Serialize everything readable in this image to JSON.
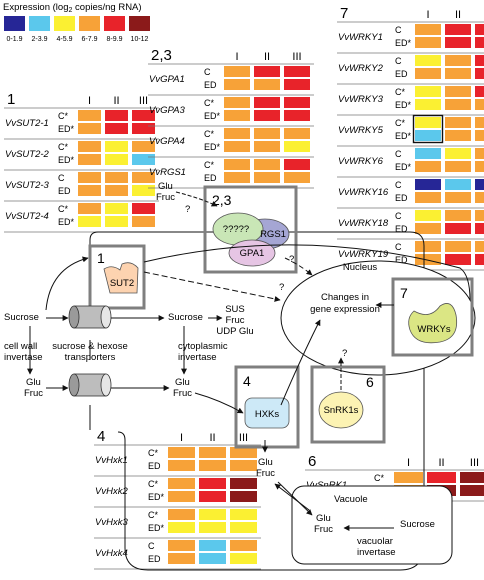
{
  "legend": {
    "title": "Expression (log",
    "title_sub": "2",
    "title_end": " copies/ng RNA)",
    "bins": [
      {
        "label": "0-1.9",
        "color": "#262696"
      },
      {
        "label": "2-3.9",
        "color": "#5bc8ec"
      },
      {
        "label": "4-5.9",
        "color": "#fbf032"
      },
      {
        "label": "6-7.9",
        "color": "#f7a238"
      },
      {
        "label": "8-9.9",
        "color": "#e8232a"
      },
      {
        "label": "10-12",
        "color": "#8b1a1a"
      }
    ]
  },
  "columns": [
    "I",
    "II",
    "III"
  ],
  "panels": [
    {
      "id": "1",
      "label": "1",
      "genes": [
        {
          "name": "VvSUT2-1",
          "rows": [
            {
              "label": "C*",
              "cells": [
                "6-7.9",
                "8-9.9",
                "8-9.9"
              ]
            },
            {
              "label": "ED*",
              "cells": [
                "6-7.9",
                "8-9.9",
                "8-9.9"
              ]
            }
          ]
        },
        {
          "name": "VvSUT2-2",
          "rows": [
            {
              "label": "C*",
              "cells": [
                "6-7.9",
                "4-5.9",
                "6-7.9"
              ]
            },
            {
              "label": "ED*",
              "cells": [
                "6-7.9",
                "4-5.9",
                "2-3.9"
              ]
            }
          ]
        },
        {
          "name": "VvSUT2-3",
          "rows": [
            {
              "label": "C",
              "cells": [
                "6-7.9",
                "6-7.9",
                "6-7.9"
              ]
            },
            {
              "label": "ED",
              "cells": [
                "6-7.9",
                "6-7.9",
                "4-5.9"
              ]
            }
          ]
        },
        {
          "name": "VvSUT2-4",
          "rows": [
            {
              "label": "C*",
              "cells": [
                "6-7.9",
                "4-5.9",
                "8-9.9"
              ]
            },
            {
              "label": "ED*",
              "cells": [
                "4-5.9",
                "4-5.9",
                "6-7.9"
              ]
            }
          ]
        }
      ]
    },
    {
      "id": "2,3",
      "label": "2,3",
      "genes": [
        {
          "name": "VvGPA1",
          "rows": [
            {
              "label": "C",
              "cells": [
                "6-7.9",
                "8-9.9",
                "8-9.9"
              ]
            },
            {
              "label": "ED",
              "cells": [
                "6-7.9",
                "6-7.9",
                "8-9.9"
              ]
            }
          ]
        },
        {
          "name": "VvGPA3",
          "rows": [
            {
              "label": "C*",
              "cells": [
                "6-7.9",
                "8-9.9",
                "8-9.9"
              ]
            },
            {
              "label": "ED*",
              "cells": [
                "6-7.9",
                "8-9.9",
                "8-9.9"
              ]
            }
          ]
        },
        {
          "name": "VvGPA4",
          "rows": [
            {
              "label": "C*",
              "cells": [
                "6-7.9",
                "6-7.9",
                "6-7.9"
              ]
            },
            {
              "label": "ED*",
              "cells": [
                "6-7.9",
                "6-7.9",
                "4-5.9"
              ]
            }
          ]
        },
        {
          "name": "VvRGS1",
          "rows": [
            {
              "label": "C*",
              "cells": [
                "6-7.9",
                "6-7.9",
                "8-9.9"
              ]
            },
            {
              "label": "ED",
              "cells": [
                "6-7.9",
                "6-7.9",
                "6-7.9"
              ]
            }
          ]
        }
      ]
    },
    {
      "id": "7",
      "label": "7",
      "genes": [
        {
          "name": "VvWRKY1",
          "rows": [
            {
              "label": "C",
              "cells": [
                "6-7.9",
                "8-9.9",
                "8-9.9"
              ]
            },
            {
              "label": "ED*",
              "cells": [
                "6-7.9",
                "8-9.9",
                "8-9.9"
              ]
            }
          ]
        },
        {
          "name": "VvWRKY2",
          "rows": [
            {
              "label": "C",
              "cells": [
                "4-5.9",
                "6-7.9",
                "8-9.9"
              ]
            },
            {
              "label": "ED",
              "cells": [
                "6-7.9",
                "6-7.9",
                "8-9.9"
              ]
            }
          ]
        },
        {
          "name": "VvWRKY3",
          "rows": [
            {
              "label": "C*",
              "cells": [
                "4-5.9",
                "6-7.9",
                "8-9.9"
              ]
            },
            {
              "label": "ED*",
              "cells": [
                "4-5.9",
                "6-7.9",
                "6-7.9"
              ]
            }
          ]
        },
        {
          "name": "VvWRKY5",
          "rows": [
            {
              "label": "C*",
              "cells": [
                "4-5.9",
                "6-7.9",
                "6-7.9"
              ]
            },
            {
              "label": "ED*",
              "cells": [
                "2-3.9",
                "6-7.9",
                "6-7.9"
              ]
            }
          ],
          "outlined": 0
        },
        {
          "name": "VvWRKY6",
          "rows": [
            {
              "label": "C",
              "cells": [
                "2-3.9",
                "4-5.9",
                "6-7.9"
              ]
            },
            {
              "label": "ED*",
              "cells": [
                "6-7.9",
                "6-7.9",
                "6-7.9"
              ]
            }
          ]
        },
        {
          "name": "VvWRKY16",
          "rows": [
            {
              "label": "C",
              "cells": [
                "0-1.9",
                "2-3.9",
                "0-1.9"
              ]
            },
            {
              "label": "ED",
              "cells": [
                "6-7.9",
                "6-7.9",
                "6-7.9"
              ]
            }
          ]
        },
        {
          "name": "VvWRKY18",
          "rows": [
            {
              "label": "C",
              "cells": [
                "4-5.9",
                "6-7.9",
                "6-7.9"
              ]
            },
            {
              "label": "ED",
              "cells": [
                "6-7.9",
                "8-9.9",
                "8-9.9"
              ]
            }
          ]
        },
        {
          "name": "VvWRKY19",
          "rows": [
            {
              "label": "C",
              "cells": [
                "6-7.9",
                "6-7.9",
                "6-7.9"
              ]
            },
            {
              "label": "ED",
              "cells": [
                "6-7.9",
                "8-9.9",
                "8-9.9"
              ]
            }
          ]
        }
      ]
    },
    {
      "id": "4",
      "label": "4",
      "genes": [
        {
          "name": "VvHxk1",
          "rows": [
            {
              "label": "C*",
              "cells": [
                "6-7.9",
                "6-7.9",
                "6-7.9"
              ]
            },
            {
              "label": "ED",
              "cells": [
                "6-7.9",
                "6-7.9",
                "6-7.9"
              ]
            }
          ]
        },
        {
          "name": "VvHxk2",
          "rows": [
            {
              "label": "C*",
              "cells": [
                "6-7.9",
                "8-9.9",
                "10-12"
              ]
            },
            {
              "label": "ED*",
              "cells": [
                "6-7.9",
                "8-9.9",
                "10-12"
              ]
            }
          ]
        },
        {
          "name": "VvHxk3",
          "rows": [
            {
              "label": "C*",
              "cells": [
                "6-7.9",
                "4-5.9",
                "4-5.9"
              ]
            },
            {
              "label": "ED*",
              "cells": [
                "4-5.9",
                "4-5.9",
                "4-5.9"
              ]
            }
          ]
        },
        {
          "name": "VvHxk4",
          "rows": [
            {
              "label": "C",
              "cells": [
                "6-7.9",
                "2-3.9",
                "6-7.9"
              ]
            },
            {
              "label": "ED",
              "cells": [
                "6-7.9",
                "2-3.9",
                "4-5.9"
              ]
            }
          ]
        }
      ]
    },
    {
      "id": "6",
      "label": "6",
      "genes": [
        {
          "name": "VvSnRK1",
          "rows": [
            {
              "label": "C*",
              "cells": [
                "6-7.9",
                "8-9.9",
                "10-12"
              ]
            },
            {
              "label": "ED*",
              "cells": [
                "6-7.9",
                "10-12",
                "10-12"
              ]
            }
          ]
        }
      ]
    }
  ],
  "diagram": {
    "box_labels": {
      "b1": "1",
      "b23": "2,3",
      "b4": "4",
      "b6": "6",
      "b7": "7"
    },
    "proteins": {
      "sut2": "SUT2",
      "unknown": "?????",
      "rgs1": "RGS1",
      "gpa1": "GPA1",
      "hxks": "HXKs",
      "snrk1": "SnRK1s",
      "wrkys": "WRKYs"
    },
    "nucleus": "Nucleus",
    "changes_line1": "Changes in",
    "changes_line2": "gene expression",
    "vacuole": "Vacuole",
    "texts": {
      "sucrose_left": "Sucrose",
      "sucrose_mid": "Sucrose",
      "sus": "SUS",
      "fruc_udp1": "Fruc",
      "fruc_udp2": "UDP Glu",
      "cwi1": "cell wall",
      "cwi2": "invertase",
      "transp1": "sucrose & hexose",
      "transp2": "transporters",
      "cyto1": "cytoplasmic",
      "cyto2": "invertase",
      "glu_left": "Glu",
      "fruc_left": "Fruc",
      "glu_mid": "Glu",
      "fruc_mid": "Fruc",
      "glu_top": "Glu",
      "fruc_top": "Fruc",
      "glu_low": "Glu",
      "fruc_low": "Fruc",
      "glu_vac": "Glu",
      "fruc_vac": "Fruc",
      "sucrose_vac": "Sucrose",
      "vac_inv1": "vacuolar",
      "vac_inv2": "invertase",
      "q": "?"
    }
  }
}
